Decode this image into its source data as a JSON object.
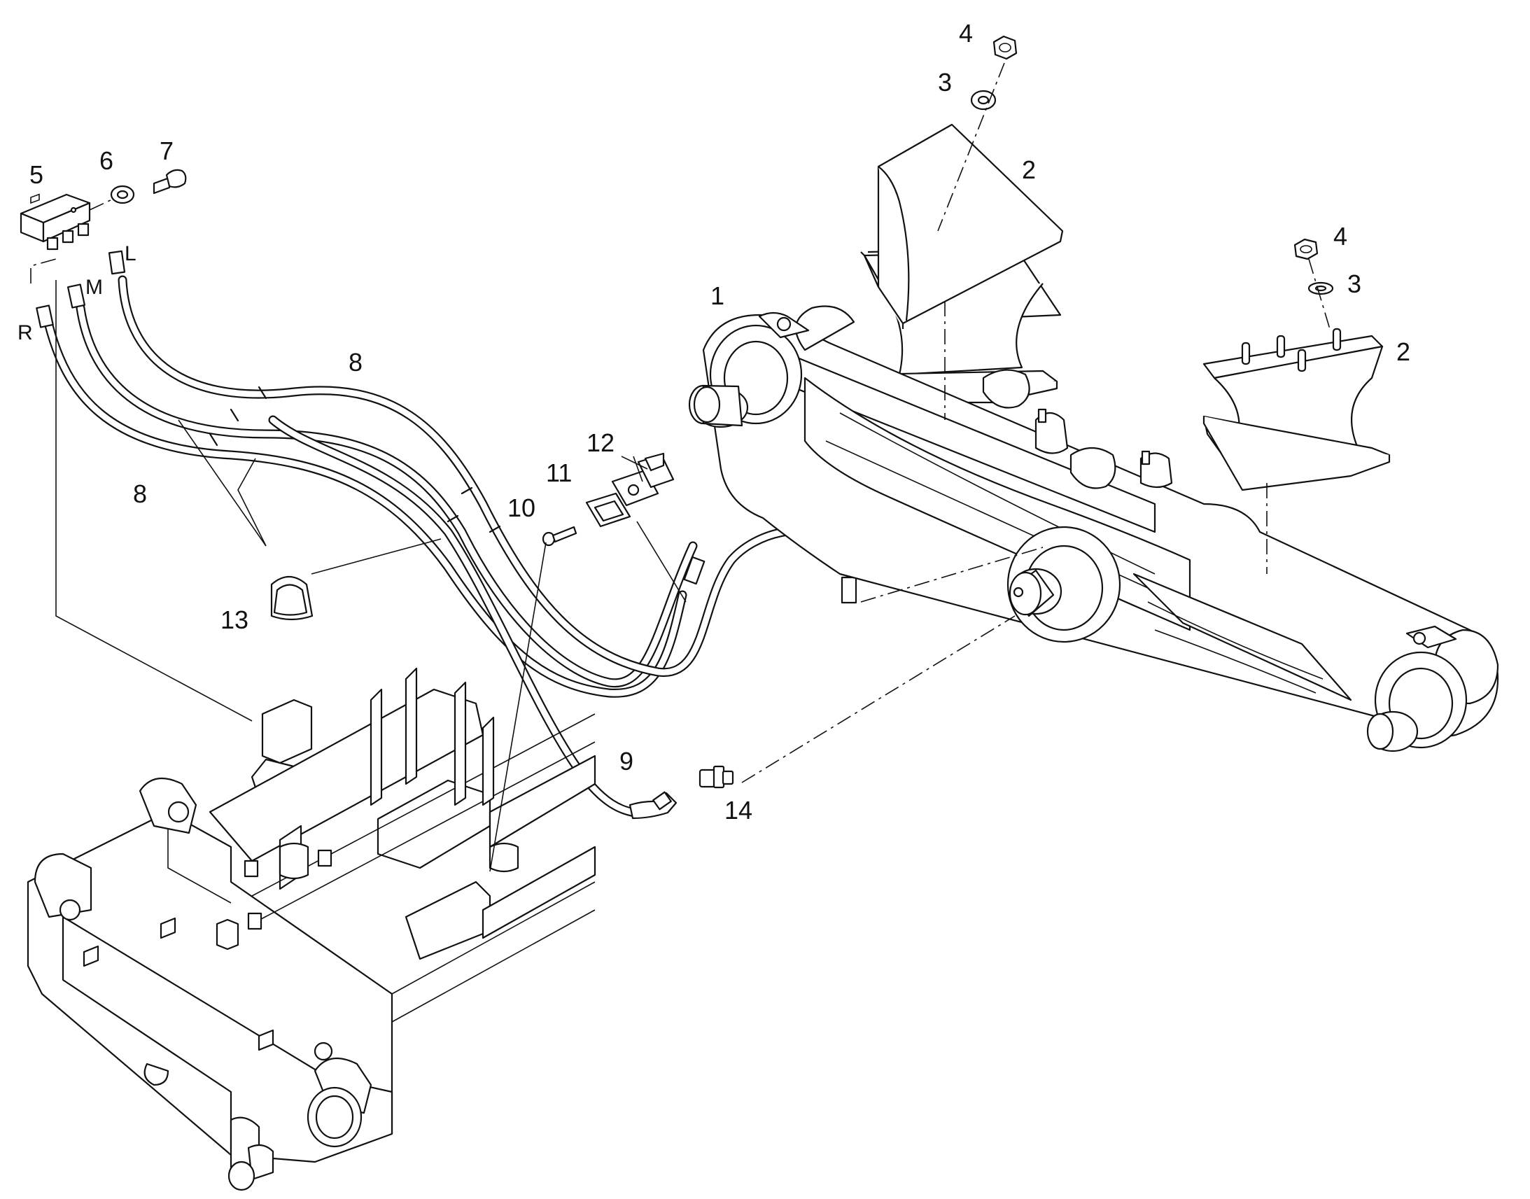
{
  "labels": {
    "p1": "1",
    "p2a": "2",
    "p2b": "2",
    "p3a": "3",
    "p3b": "3",
    "p4a": "4",
    "p4b": "4",
    "p5": "5",
    "p6": "6",
    "p7": "7",
    "p8a": "8",
    "p8b": "8",
    "p9": "9",
    "p10": "10",
    "p11": "11",
    "p12": "12",
    "p13": "13",
    "p14": "14",
    "port_r": "R",
    "port_m": "M",
    "port_l": "L"
  }
}
